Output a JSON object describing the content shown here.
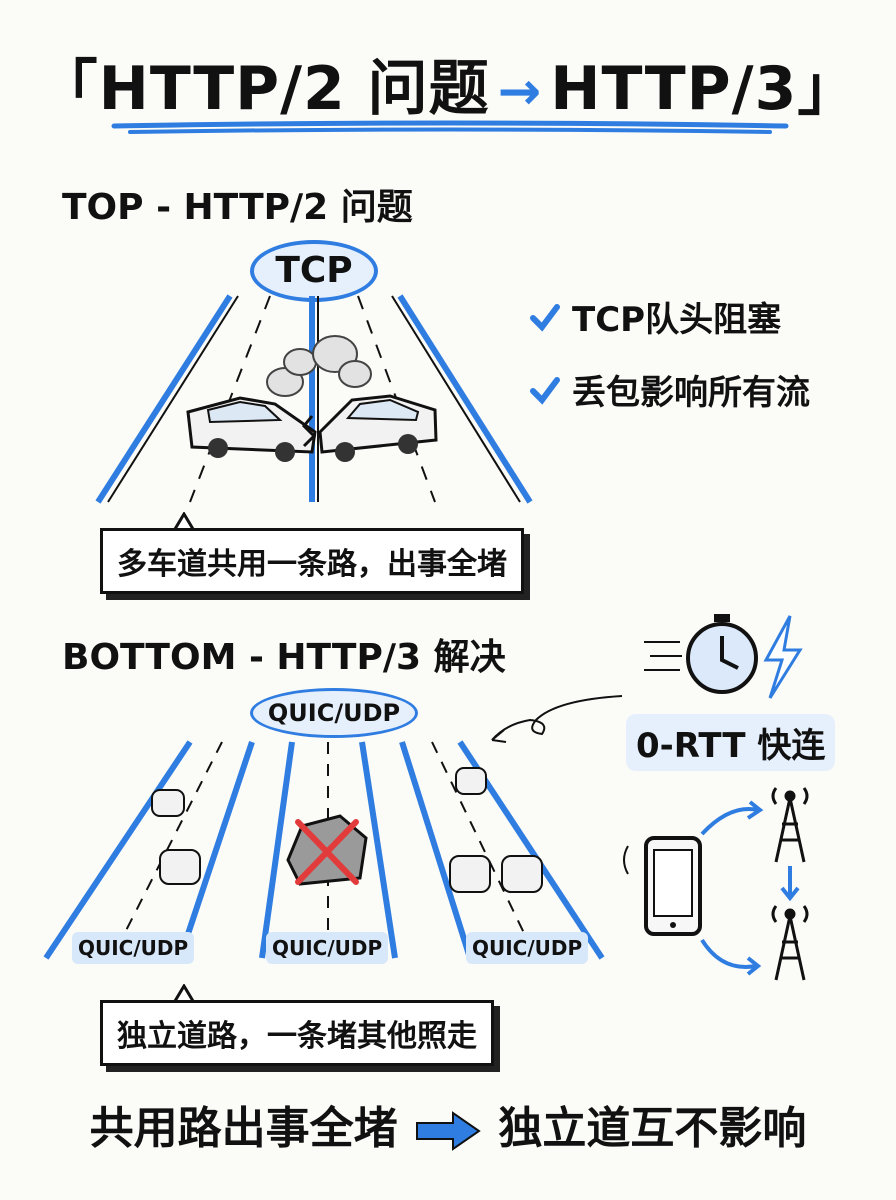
{
  "title": {
    "open": "「",
    "left": "HTTP/2 问题",
    "arrow": "→",
    "right": "HTTP/3",
    "close": "」"
  },
  "top": {
    "heading": "TOP - HTTP/2 问题",
    "tcp_label": "TCP",
    "checks": [
      "TCP队头阻塞",
      "丢包影响所有流"
    ],
    "callout": "多车道共用一条路，出事全堵"
  },
  "bottom": {
    "heading": "BOTTOM - HTTP/3 解决",
    "quic_label": "QUIC/UDP",
    "lane_labels": [
      "QUIC/UDP",
      "QUIC/UDP",
      "QUIC/UDP"
    ],
    "rtt_label": "0-RTT 快连",
    "callout": "独立道路，一条堵其他照走"
  },
  "summary": {
    "left": "共用路出事全堵",
    "right": "独立道互不影响"
  },
  "colors": {
    "accent": "#2f7de1",
    "crash_x": "#e23b3b"
  },
  "icons": [
    "check-icon",
    "crash-icon",
    "stopwatch-icon",
    "lightning-icon",
    "phone-icon",
    "cell-tower-icon",
    "rock-icon",
    "car-icon"
  ]
}
